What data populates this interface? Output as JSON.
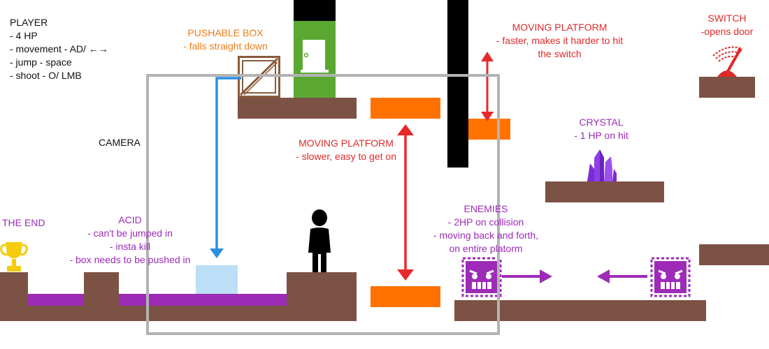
{
  "player": {
    "title": "PLAYER",
    "lines": [
      "- 4 HP",
      "- movement - AD/ ←→",
      "- jump - space",
      "- shoot - O/ LMB"
    ]
  },
  "pushable_box": {
    "title": "PUSHABLE BOX",
    "lines": [
      "- falls straight down"
    ]
  },
  "camera": {
    "title": "CAMERA"
  },
  "moving_platform_slow": {
    "title": "MOVING PLATFORM",
    "lines": [
      "- slower, easy to get on"
    ]
  },
  "moving_platform_fast": {
    "title": "MOVING PLATFORM",
    "lines": [
      "- faster, makes it harder to hit",
      "the switch"
    ]
  },
  "switch": {
    "title": "SWITCH",
    "lines": [
      "-opens door"
    ]
  },
  "crystal": {
    "title": "CRYSTAL",
    "lines": [
      "- 1 HP on hit"
    ]
  },
  "the_end": {
    "title": "THE END"
  },
  "acid": {
    "title": "ACID",
    "lines": [
      "- can't be jumped in",
      "- insta kill",
      "- box needs to be pushed in"
    ]
  },
  "enemies": {
    "title": "ENEMIES",
    "lines": [
      "- 2HP on collision",
      "- moving back and forth,",
      "on entire platorm"
    ]
  },
  "colors": {
    "ground": "#7b5244",
    "acid": "#9c2bb5",
    "platform": "#ff7200",
    "door": "#5aa832",
    "camera": "#b3b3b3",
    "box_fall_arrow": "#2b8fe0",
    "platform_arrow": "#e8282b",
    "orange_label": "#f07b14",
    "red_label": "#e02929",
    "purple_label": "#9d2bb8",
    "landing_zone": "#bcdff7"
  },
  "icons": [
    "crate-icon",
    "door-icon",
    "player-silhouette-icon",
    "switch-lever-icon",
    "crystal-icon",
    "trophy-icon",
    "spiked-enemy-icon"
  ]
}
